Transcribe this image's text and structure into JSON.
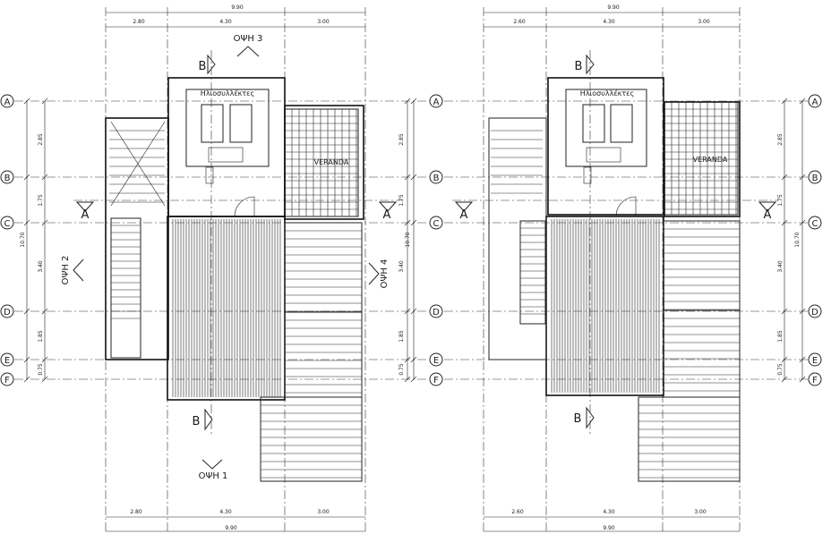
{
  "plans": [
    {
      "id": "left",
      "top_total": "9.90",
      "top_parts": [
        "2.80",
        "4.30",
        "3.00"
      ],
      "bottom_parts": [
        "2.80",
        "4.30",
        "3.00"
      ],
      "bottom_total": "9.90",
      "left_total": "10.70",
      "left_parts": [
        "2.85",
        "1.75",
        "3.40",
        "1.85",
        "0.75"
      ],
      "right_total": "10.70",
      "right_parts": [
        "2.85",
        "1.75",
        "3.40",
        "1.85",
        "0.75"
      ],
      "solar_label": "Ηλιοσυλλέκτες",
      "veranda_label": "VERANDA",
      "views": [
        "ΟΨΗ 3",
        "ΟΨΗ 2",
        "ΟΨΗ 4",
        "ΟΨΗ 1"
      ]
    },
    {
      "id": "right",
      "top_total": "9.90",
      "top_parts": [
        "2.60",
        "4.30",
        "3.00"
      ],
      "bottom_parts": [
        "2.60",
        "4.30",
        "3.00"
      ],
      "bottom_total": "9.90",
      "left_total": "",
      "left_parts": [],
      "right_total": "10.70",
      "right_parts": [
        "2.85",
        "1.75",
        "3.40",
        "1.85",
        "0.75"
      ],
      "solar_label": "Ηλιοσυλλέκτες",
      "veranda_label": "VERANDA",
      "views": []
    }
  ],
  "axes": [
    "A",
    "B",
    "C",
    "D",
    "E",
    "F"
  ],
  "section_marks": [
    "A",
    "A",
    "B",
    "B",
    "A",
    "A",
    "B",
    "B"
  ]
}
